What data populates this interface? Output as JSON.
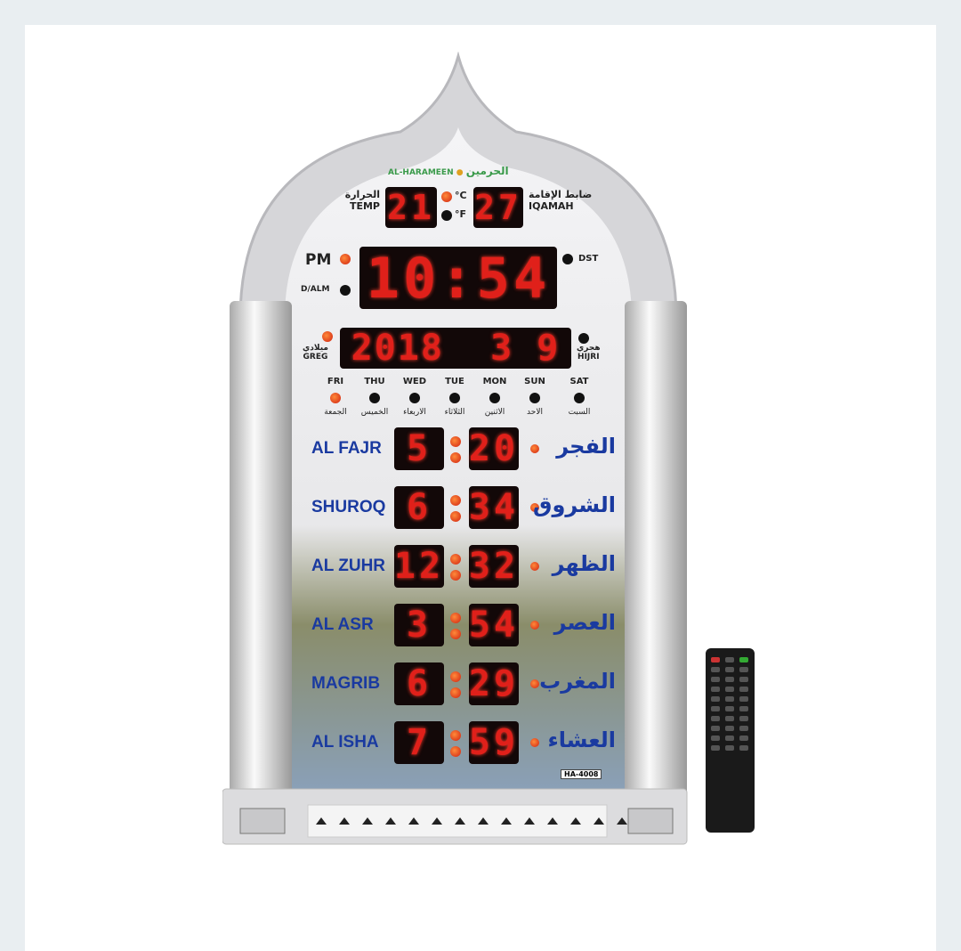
{
  "brand": {
    "arabic": "الحرمين",
    "latin": "AL-HARAMEEN"
  },
  "temperature": {
    "label": "TEMP",
    "label_ar": "الحرارة",
    "value": "21",
    "units": [
      "°C",
      "°F"
    ],
    "active_unit": "°C"
  },
  "iqama": {
    "label": "IQAMAH",
    "label_ar": "ضابط الإقامة",
    "value": "27"
  },
  "clock": {
    "time": "10:54",
    "pm_label": "PM",
    "alarm_label": "D/ALM",
    "dst_label": "DST",
    "pm_active": true
  },
  "date": {
    "value": "2018  3 9",
    "greg_label": "GREG",
    "greg_ar": "ميلادي",
    "hijri_label": "HIJRI",
    "hijri_ar": "هجري",
    "mode": "GREG"
  },
  "days": [
    {
      "en": "FRI",
      "ar": "الجمعة",
      "active": true
    },
    {
      "en": "THU",
      "ar": "الخميس",
      "active": false
    },
    {
      "en": "WED",
      "ar": "الاربعاء",
      "active": false
    },
    {
      "en": "TUE",
      "ar": "الثلاثاء",
      "active": false
    },
    {
      "en": "MON",
      "ar": "الاثنين",
      "active": false
    },
    {
      "en": "SUN",
      "ar": "الاحد",
      "active": false
    },
    {
      "en": "SAT",
      "ar": "السبت",
      "active": false
    }
  ],
  "prayers": [
    {
      "en": "AL FAJR",
      "ar": "الفجر",
      "hour": "5",
      "minute": "20"
    },
    {
      "en": "SHUROQ",
      "ar": "الشروق",
      "hour": "6",
      "minute": "34"
    },
    {
      "en": "AL ZUHR",
      "ar": "الظهر",
      "hour": "12",
      "minute": "32"
    },
    {
      "en": "AL ASR",
      "ar": "العصر",
      "hour": "3",
      "minute": "54"
    },
    {
      "en": "MAGRIB",
      "ar": "المغرب",
      "hour": "6",
      "minute": "29"
    },
    {
      "en": "AL ISHA",
      "ar": "العشاء",
      "hour": "7",
      "minute": "59"
    }
  ],
  "model": "HA-4008",
  "colors": {
    "led": "#e0201a",
    "label_blue": "#1a3aa0",
    "body": "#d9d9dc"
  }
}
